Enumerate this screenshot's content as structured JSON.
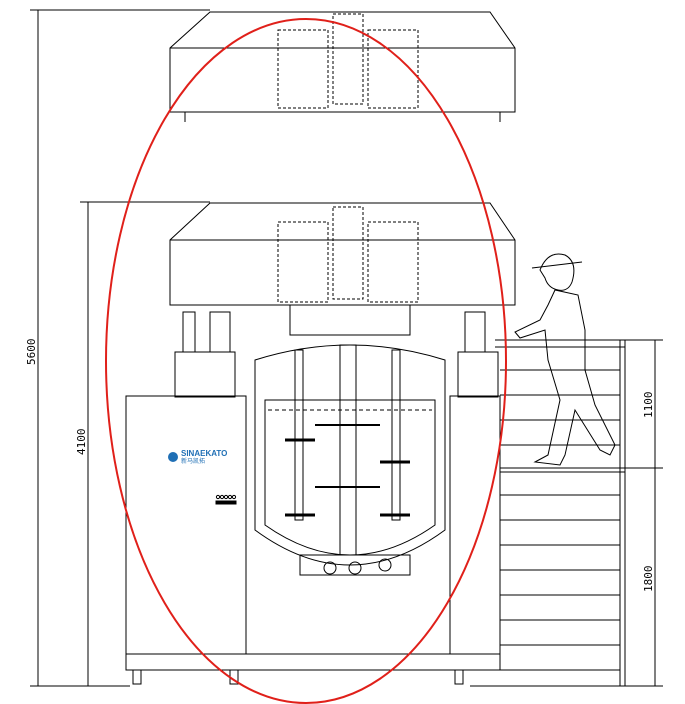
{
  "drawing": {
    "dimensions": {
      "total_height": "5600",
      "machine_height": "4100",
      "person_height": "1100",
      "platform_height": "1800"
    },
    "logo": {
      "brand": "SINAEKATO",
      "chinese": "新马凯拓"
    },
    "colors": {
      "line": "#000000",
      "highlight_ellipse": "#e0201a",
      "logo": "#1f6fb5"
    }
  }
}
